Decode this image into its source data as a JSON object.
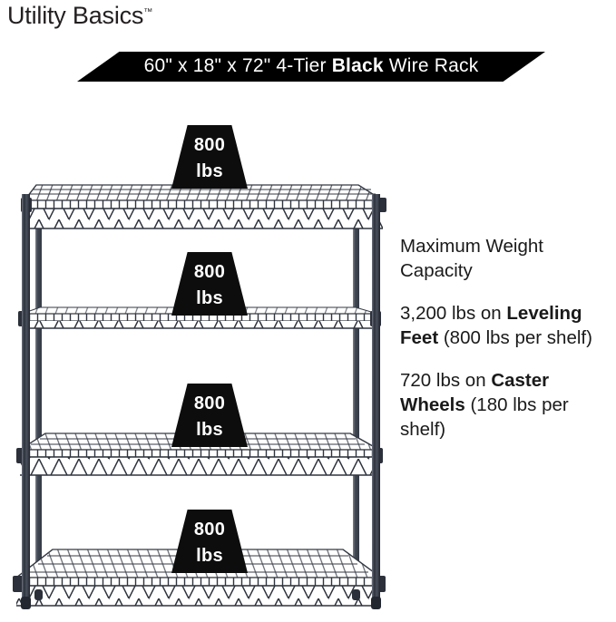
{
  "brand": {
    "name": "Utility Basics",
    "trademark": "™"
  },
  "banner": {
    "dimensions": "60\" x 18\" x 72\"",
    "tier": "4-Tier",
    "color_word": "Black",
    "product": "Wire Rack",
    "full_text": "60\" x 18\" x 72\" 4-Tier Black Wire Rack",
    "background_color": "#000000",
    "text_color": "#ffffff"
  },
  "product": {
    "type": "wire-shelving-rack",
    "tiers": 4,
    "finish": "black",
    "badges": [
      {
        "amount": "800",
        "unit": "lbs"
      },
      {
        "amount": "800",
        "unit": "lbs"
      },
      {
        "amount": "800",
        "unit": "lbs"
      },
      {
        "amount": "800",
        "unit": "lbs"
      }
    ]
  },
  "capacity": {
    "heading": "Maximum Weight Capacity",
    "leveling": {
      "total": "3,200 lbs on ",
      "bold": "Leveling Feet",
      "detail": " (800 lbs per shelf)"
    },
    "caster": {
      "total": "720 lbs on ",
      "bold": "Caster Wheels",
      "detail": " (180 lbs per shelf)"
    }
  },
  "colors": {
    "ink": "#1a1a1a",
    "badge_bg": "#0d0d0d",
    "banner_bg": "#000000",
    "wire": "#3a3f4a",
    "background": "#ffffff"
  }
}
